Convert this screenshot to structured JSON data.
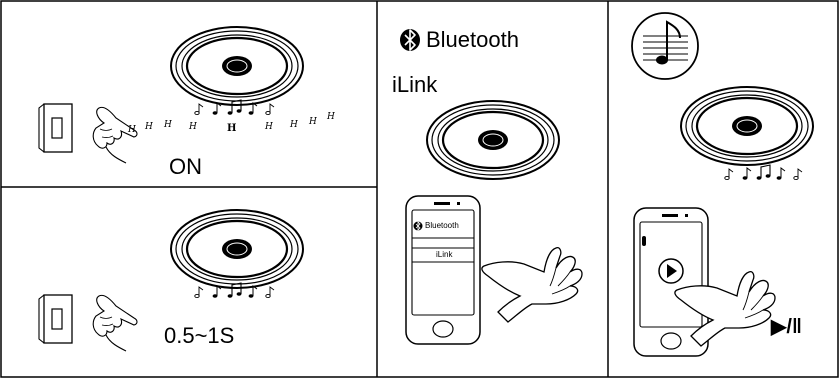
{
  "panel1": {
    "label": "ON",
    "sound_marks": [
      "H",
      "H",
      "H",
      "H",
      "H",
      "H",
      "H",
      "H",
      "H"
    ]
  },
  "panel2": {
    "label": "0.5~1S"
  },
  "panel3": {
    "brand": "Bluetooth",
    "device": "iLink",
    "phone_bluetooth_label": "Bluetooth",
    "phone_device_label": "iLink"
  },
  "panel4": {
    "play_pause_label": "▶/‖"
  }
}
